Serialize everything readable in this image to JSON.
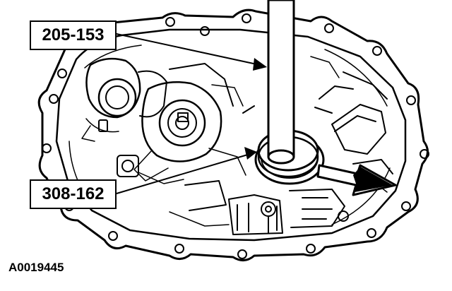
{
  "callouts": {
    "tool_top": "205-153",
    "tool_bottom": "308-162"
  },
  "figure_id": "A0019445",
  "colors": {
    "ink": "#000000",
    "paper": "#ffffff"
  }
}
